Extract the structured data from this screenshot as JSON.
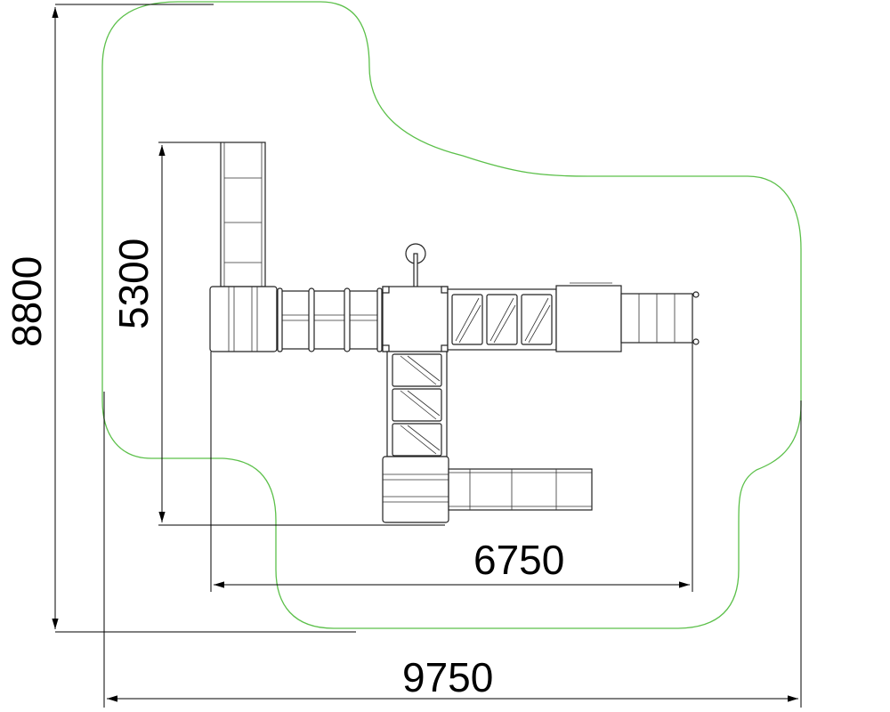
{
  "drawing": {
    "title": "Playground structure plan view with safety zone",
    "dimensions": {
      "overall_height": "8800",
      "structure_height": "5300",
      "structure_width": "6750",
      "overall_width": "9750"
    },
    "colors": {
      "safety_zone": "#5cc04a",
      "lines": "#222222",
      "background": "#ffffff"
    }
  }
}
